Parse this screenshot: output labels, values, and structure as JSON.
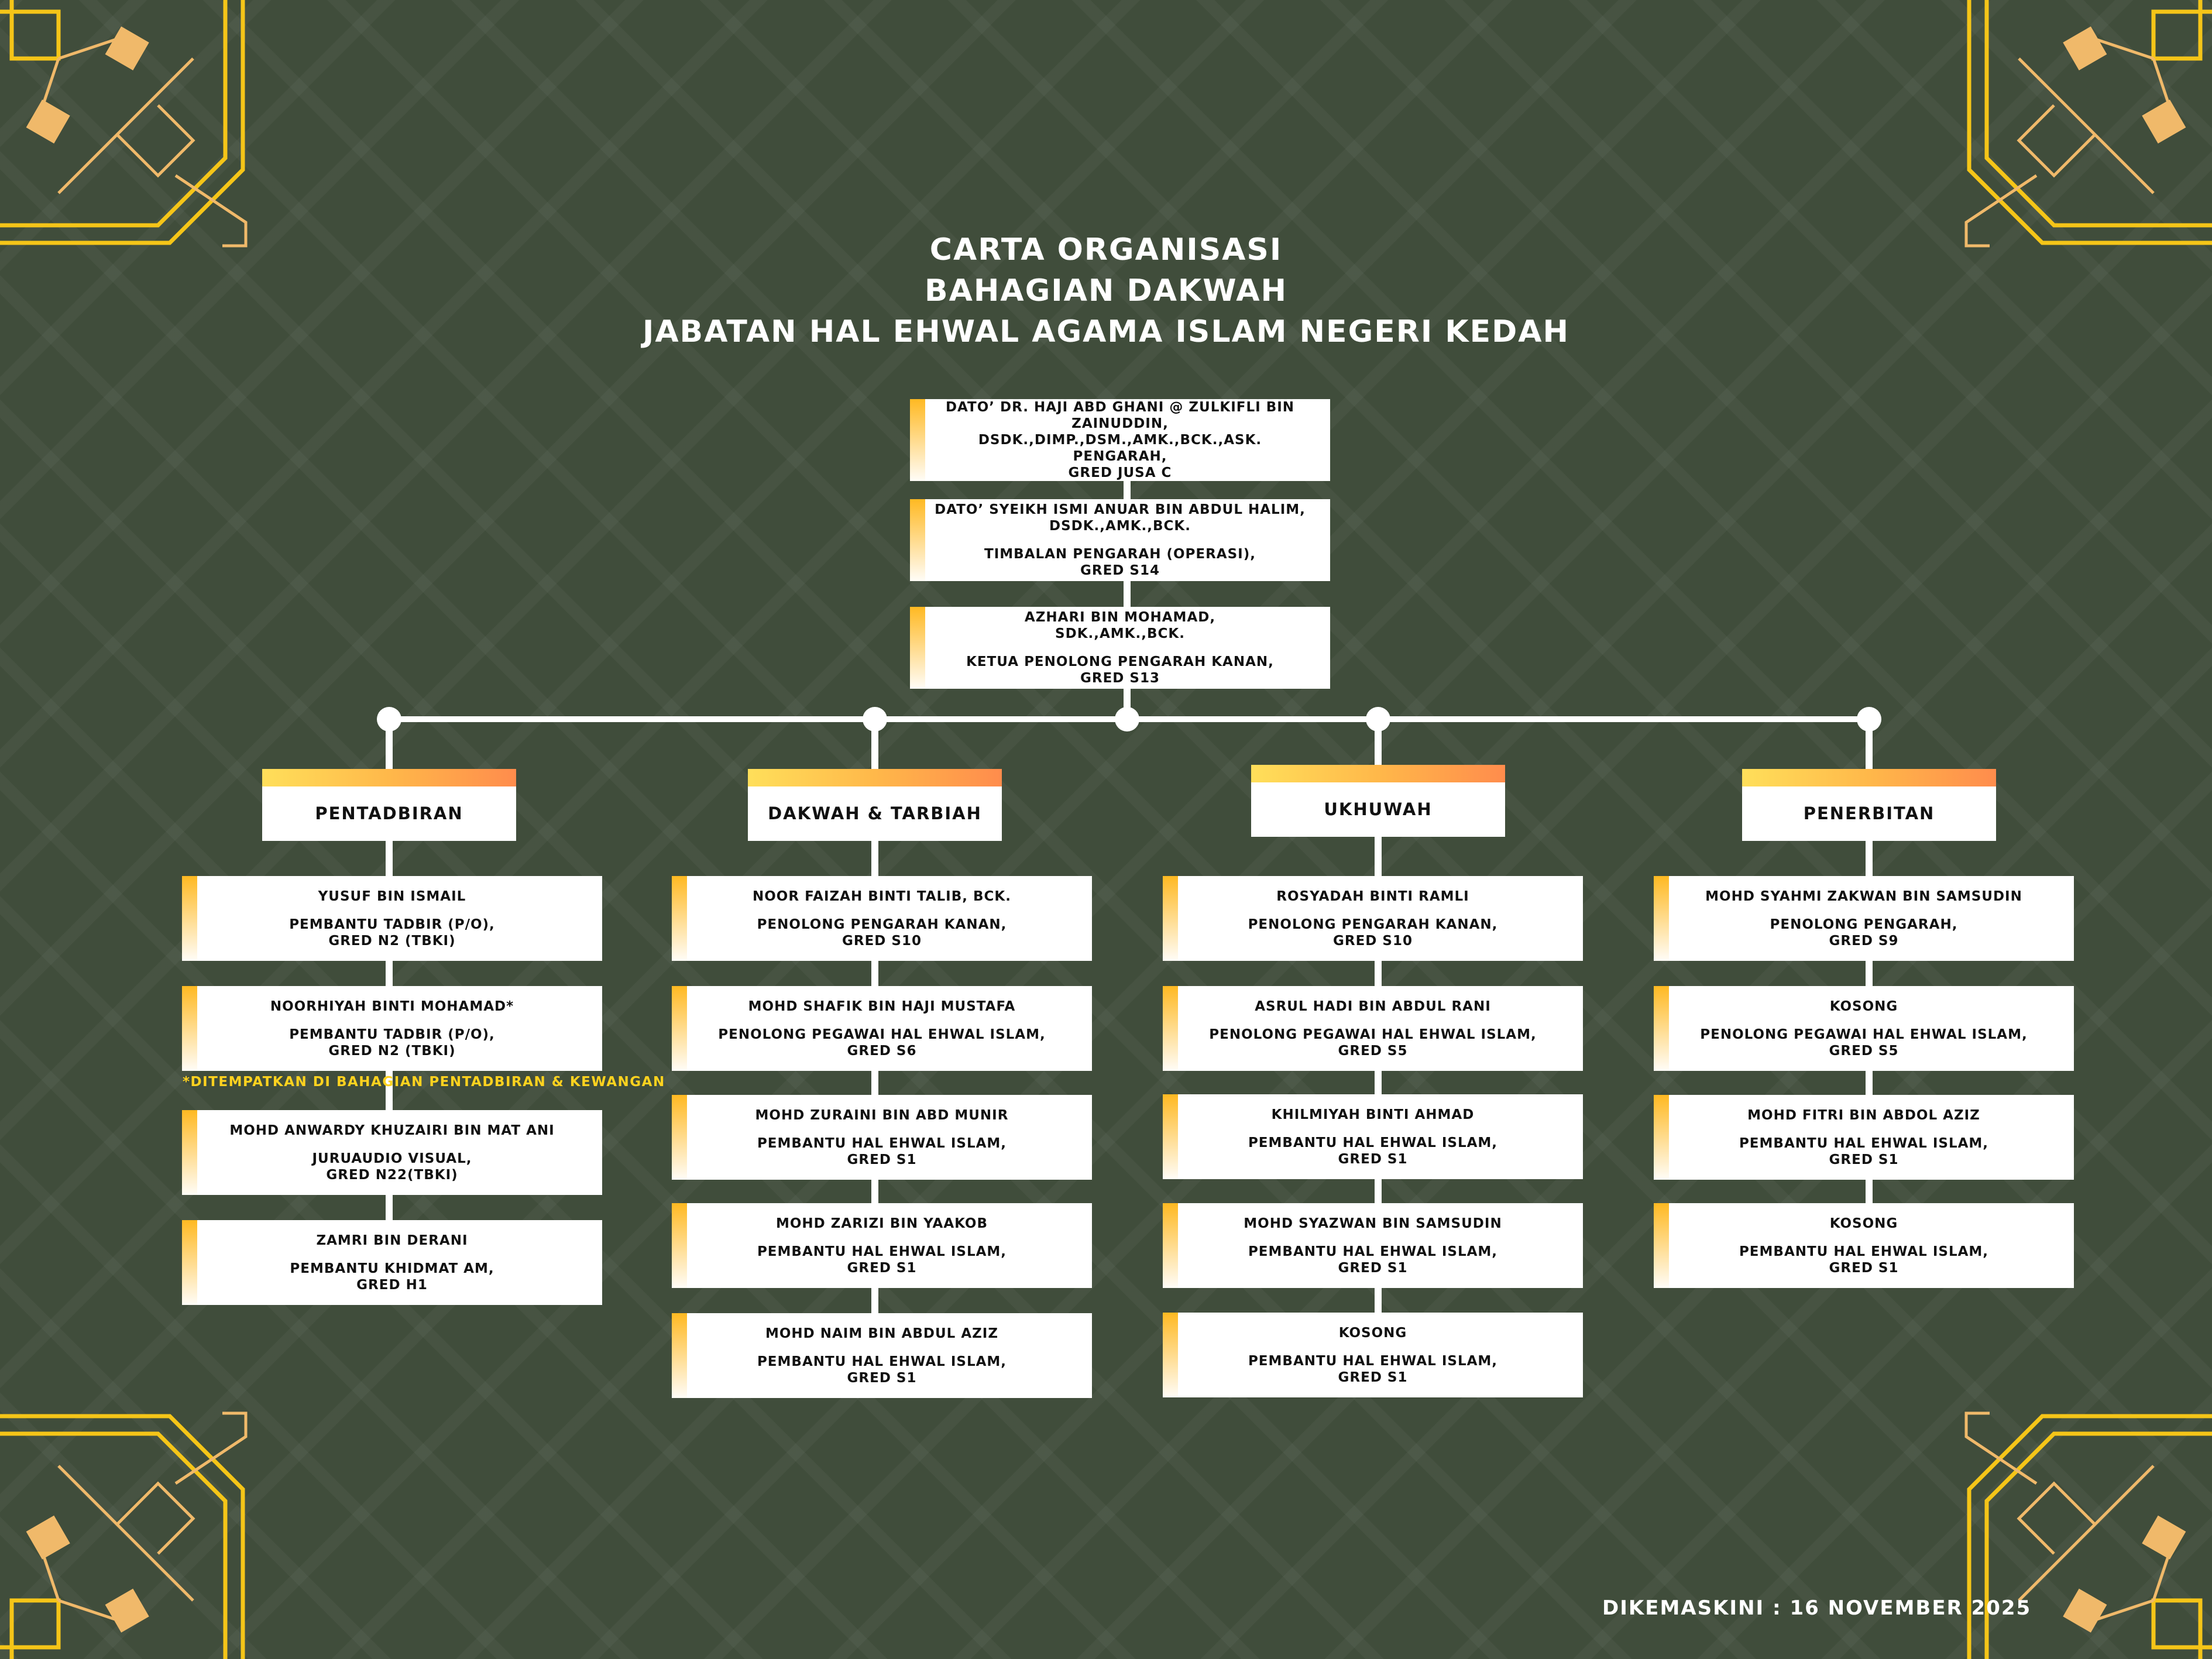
{
  "title": [
    "CARTA ORGANISASI",
    "BAHAGIAN DAKWAH",
    "JABATAN HAL EHWAL AGAMA ISLAM NEGERI KEDAH"
  ],
  "top": [
    {
      "name": [
        "DATO’ DR. HAJI ABD GHANI @ ZULKIFLI BIN ZAINUDDIN,",
        "DSDK.,DIMP.,DSM.,AMK.,BCK.,ASK."
      ],
      "role": "PENGARAH,",
      "grade": "GRED JUSA C"
    },
    {
      "name": [
        "DATO’ SYEIKH ISMI ANUAR BIN ABDUL HALIM,",
        "DSDK.,AMK.,BCK."
      ],
      "role": "TIMBALAN PENGARAH (OPERASI),",
      "grade": "GRED S14"
    },
    {
      "name": [
        "AZHARI BIN MOHAMAD,",
        "SDK.,AMK.,BCK."
      ],
      "role": "KETUA PENOLONG PENGARAH KANAN,",
      "grade": "GRED S13"
    }
  ],
  "departments": [
    {
      "title": "PENTADBIRAN",
      "staff": [
        {
          "name": [
            "YUSUF BIN ISMAIL"
          ],
          "role": "PEMBANTU TADBIR (P/O),",
          "grade": "GRED N2 (TBKI)"
        },
        {
          "name": [
            "NOORHIYAH BINTI MOHAMAD*"
          ],
          "role": "PEMBANTU TADBIR (P/O),",
          "grade": "GRED N2 (TBKI)"
        },
        {
          "name": [
            "MOHD ANWARDY KHUZAIRI BIN MAT ANI"
          ],
          "role": "JURUAUDIO VISUAL,",
          "grade": "GRED N22(TBKI)"
        },
        {
          "name": [
            "ZAMRI BIN DERANI"
          ],
          "role": "PEMBANTU KHIDMAT AM,",
          "grade": "GRED H1"
        }
      ]
    },
    {
      "title": "DAKWAH & TARBIAH",
      "staff": [
        {
          "name": [
            "NOOR FAIZAH BINTI TALIB, BCK."
          ],
          "role": "PENOLONG PENGARAH KANAN,",
          "grade": "GRED S10"
        },
        {
          "name": [
            "MOHD SHAFIK BIN HAJI MUSTAFA"
          ],
          "role": "PENOLONG PEGAWAI HAL EHWAL ISLAM,",
          "grade": "GRED S6"
        },
        {
          "name": [
            "MOHD ZURAINI BIN ABD MUNIR"
          ],
          "role": "PEMBANTU HAL EHWAL ISLAM,",
          "grade": "GRED S1"
        },
        {
          "name": [
            "MOHD ZARIZI BIN YAAKOB"
          ],
          "role": "PEMBANTU HAL EHWAL ISLAM,",
          "grade": "GRED S1"
        },
        {
          "name": [
            "MOHD NAIM BIN ABDUL AZIZ"
          ],
          "role": "PEMBANTU HAL EHWAL ISLAM,",
          "grade": "GRED S1"
        }
      ]
    },
    {
      "title": "UKHUWAH",
      "staff": [
        {
          "name": [
            "ROSYADAH BINTI RAMLI"
          ],
          "role": "PENOLONG PENGARAH KANAN,",
          "grade": "GRED S10"
        },
        {
          "name": [
            "ASRUL HADI BIN ABDUL RANI"
          ],
          "role": "PENOLONG PEGAWAI HAL EHWAL ISLAM,",
          "grade": "GRED S5"
        },
        {
          "name": [
            "KHILMIYAH BINTI AHMAD"
          ],
          "role": "PEMBANTU HAL EHWAL ISLAM,",
          "grade": "GRED S1"
        },
        {
          "name": [
            "MOHD SYAZWAN BIN SAMSUDIN"
          ],
          "role": "PEMBANTU HAL EHWAL ISLAM,",
          "grade": "GRED S1"
        },
        {
          "name": [
            "KOSONG"
          ],
          "role": "PEMBANTU HAL EHWAL ISLAM,",
          "grade": "GRED S1"
        }
      ]
    },
    {
      "title": "PENERBITAN",
      "staff": [
        {
          "name": [
            "MOHD SYAHMI ZAKWAN BIN SAMSUDIN"
          ],
          "role": "PENOLONG PENGARAH,",
          "grade": "GRED S9"
        },
        {
          "name": [
            "KOSONG"
          ],
          "role": "PENOLONG PEGAWAI HAL EHWAL ISLAM,",
          "grade": "GRED S5"
        },
        {
          "name": [
            "MOHD FITRI BIN ABDOL AZIZ"
          ],
          "role": "PEMBANTU HAL EHWAL ISLAM,",
          "grade": "GRED S1"
        },
        {
          "name": [
            "KOSONG"
          ],
          "role": "PEMBANTU HAL EHWAL ISLAM,",
          "grade": "GRED S1"
        }
      ]
    }
  ],
  "note": "*DITEMPATKAN DI BAHAGIAN PENTADBIRAN & KEWANGAN",
  "footer": "DIKEMASKINI : 16 NOVEMBER 2025",
  "colors": {
    "background": "#404d3b",
    "gold": "#f5c518",
    "tan": "#f0b96a",
    "accent_start": "#ffdf5a",
    "accent_end": "#ff8c4c"
  }
}
